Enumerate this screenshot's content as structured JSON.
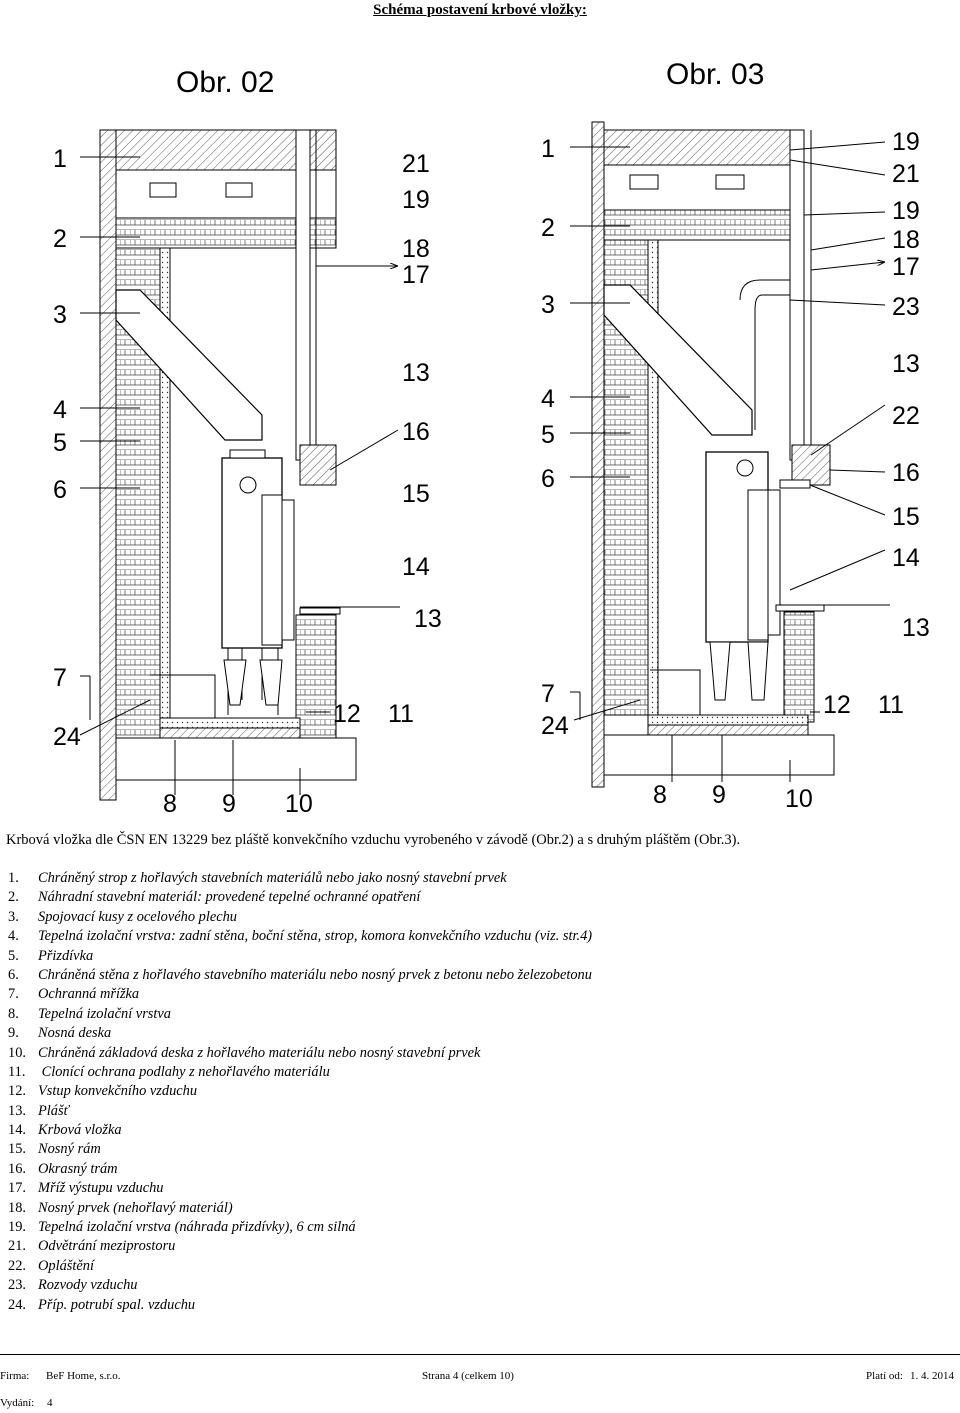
{
  "title": "Schéma postavení krbové vložky:",
  "figures": [
    {
      "label": "Obr. 02",
      "left_labels": [
        "1",
        "2",
        "3",
        "4",
        "5",
        "6",
        "7",
        "24"
      ],
      "right_labels": [
        "21",
        "19",
        "18",
        "17",
        "13",
        "16",
        "15",
        "14",
        "13"
      ],
      "bottom_labels": [
        "12",
        "11",
        "8",
        "9",
        "10"
      ]
    },
    {
      "label": "Obr. 03",
      "left_labels": [
        "1",
        "2",
        "3",
        "4",
        "5",
        "6",
        "7",
        "24"
      ],
      "right_labels": [
        "19",
        "21",
        "19",
        "18",
        "17",
        "23",
        "13",
        "22",
        "16",
        "15",
        "14",
        "13"
      ],
      "bottom_labels": [
        "12",
        "11",
        "8",
        "9",
        "10"
      ]
    }
  ],
  "caption": "Krbová vložka dle ČSN EN 13229 bez pláště konvekčního vzduchu vyrobeného v závodě (Obr.2) a s druhým pláštěm (Obr.3).",
  "legend": [
    {
      "num": "1.",
      "text": "Chráněný strop z hořlavých stavebních materiálů nebo jako nosný stavební prvek"
    },
    {
      "num": "2.",
      "text": "Náhradní stavební materiál: provedené tepelné ochranné opatření"
    },
    {
      "num": "3.",
      "text": "Spojovací kusy z ocelového plechu"
    },
    {
      "num": "4.",
      "text": "Tepelná izolační vrstva: zadní stěna, boční stěna, strop, komora konvekčního vzduchu (viz. str.4)"
    },
    {
      "num": "5.",
      "text": "Přizdívka"
    },
    {
      "num": "6.",
      "text": "Chráněná stěna z hořlavého stavebního materiálu nebo nosný prvek z betonu nebo železobetonu"
    },
    {
      "num": "7.",
      "text": "Ochranná mřížka"
    },
    {
      "num": "8.",
      "text": "Tepelná izolační vrstva"
    },
    {
      "num": "9.",
      "text": "Nosná deska"
    },
    {
      "num": "10.",
      "text": "Chráněná základová deska z hořlavého materiálu nebo nosný stavební prvek"
    },
    {
      "num": "11.",
      "text": " Clonící ochrana podlahy z nehořlavého materiálu"
    },
    {
      "num": "12.",
      "text": "Vstup konvekčního vzduchu"
    },
    {
      "num": "13.",
      "text": "Plášť"
    },
    {
      "num": "14.",
      "text": "Krbová vložka"
    },
    {
      "num": "15.",
      "text": "Nosný rám"
    },
    {
      "num": "16.",
      "text": "Okrasný trám"
    },
    {
      "num": "17.",
      "text": "Mříž výstupu vzduchu"
    },
    {
      "num": "18.",
      "text": "Nosný prvek (nehořlavý materiál)"
    },
    {
      "num": "19.",
      "text": "Tepelná izolační vrstva (náhrada přizdívky), 6 cm silná"
    },
    {
      "num": "21.",
      "text": "Odvětrání meziprostoru"
    },
    {
      "num": "22.",
      "text": "Opláštění"
    },
    {
      "num": "23.",
      "text": "Rozvody vzduchu"
    },
    {
      "num": "24.",
      "text": "Příp. potrubí spal. vzduchu"
    }
  ],
  "footer": {
    "firm_label": "Firma:",
    "firm_value": "BeF Home, s.r.o.",
    "page": "Strana 4 (celkem 10)",
    "valid_label": "Platí od:",
    "valid_value": "1. 4. 2014",
    "edition_label": "Vydání:",
    "edition_value": "4"
  }
}
